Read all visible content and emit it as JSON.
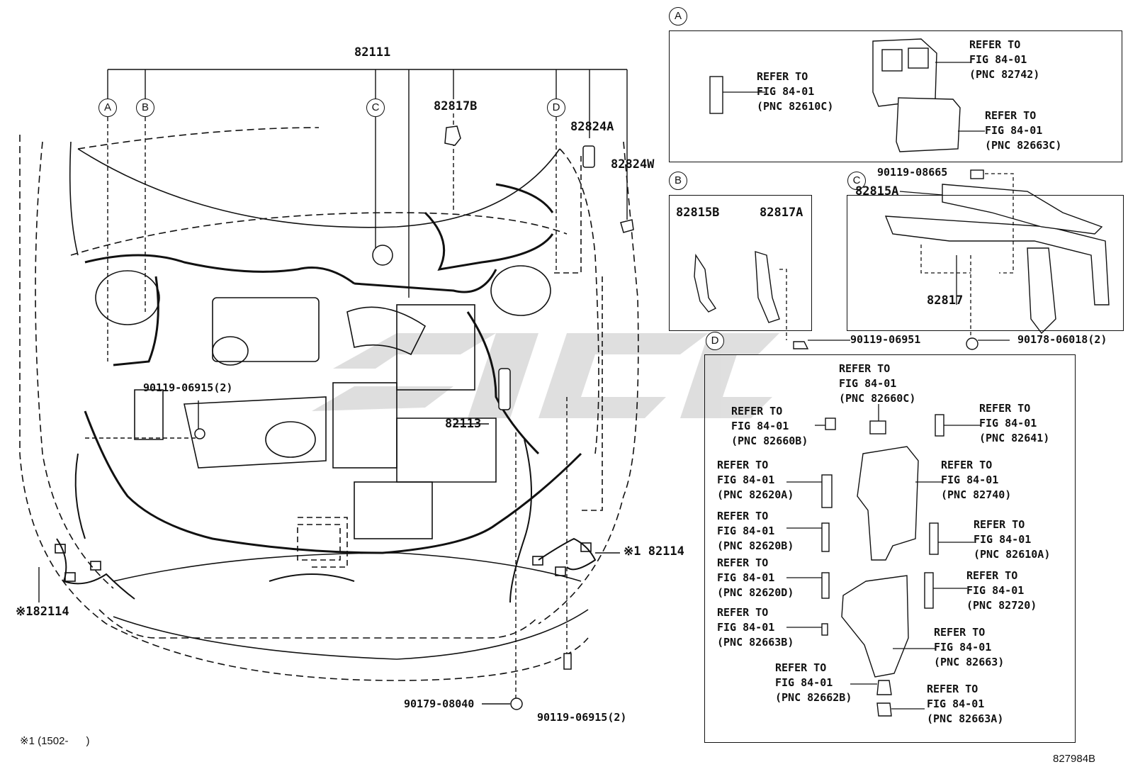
{
  "main_diagram": {
    "pnc_82111": "82111",
    "pnc_82817B": "82817B",
    "pnc_82824A": "82824A",
    "pnc_82824W": "82824W",
    "pnc_82113": "82113",
    "pnc_82114_right": "※1 82114",
    "pnc_82114_left": "※182114",
    "bolt_left": "90119-06915(2)",
    "clip_bottom": "90179-08040",
    "bolt_bottom": "90119-06915(2)",
    "callouts": [
      "A",
      "B",
      "C",
      "D"
    ]
  },
  "detail_A": {
    "letter": "A",
    "refs": [
      {
        "line1": "REFER TO",
        "line2": "FIG 84-01",
        "line3": "(PNC 82610C)"
      },
      {
        "line1": "REFER TO",
        "line2": "FIG 84-01",
        "line3": "(PNC 82742)"
      },
      {
        "line1": "REFER TO",
        "line2": "FIG 84-01",
        "line3": "(PNC 82663C)"
      }
    ]
  },
  "detail_B": {
    "letter": "B",
    "pnc_1": "82815B",
    "pnc_2": "82817A",
    "bolt": "90119-06951"
  },
  "detail_C": {
    "letter": "C",
    "bolt_top": "90119-08665",
    "pnc_82815A": "82815A",
    "pnc_82817": "82817",
    "clip": "90178-06018(2)"
  },
  "detail_D": {
    "letter": "D",
    "refs": [
      {
        "line1": "REFER TO",
        "line2": "FIG 84-01",
        "line3": "(PNC 82660C)"
      },
      {
        "line1": "REFER TO",
        "line2": "FIG 84-01",
        "line3": "(PNC 82660B)"
      },
      {
        "line1": "REFER TO",
        "line2": "FIG 84-01",
        "line3": "(PNC 82641)"
      },
      {
        "line1": "REFER TO",
        "line2": "FIG 84-01",
        "line3": "(PNC 82620A)"
      },
      {
        "line1": "REFER TO",
        "line2": "FIG 84-01",
        "line3": "(PNC 82740)"
      },
      {
        "line1": "REFER TO",
        "line2": "FIG 84-01",
        "line3": "(PNC 82620B)"
      },
      {
        "line1": "REFER TO",
        "line2": "FIG 84-01",
        "line3": "(PNC 82610A)"
      },
      {
        "line1": "REFER TO",
        "line2": "FIG 84-01",
        "line3": "(PNC 82620D)"
      },
      {
        "line1": "REFER TO",
        "line2": "FIG 84-01",
        "line3": "(PNC 82720)"
      },
      {
        "line1": "REFER TO",
        "line2": "FIG 84-01",
        "line3": "(PNC 82663B)"
      },
      {
        "line1": "REFER TO",
        "line2": "FIG 84-01",
        "line3": "(PNC 82663)"
      },
      {
        "line1": "REFER TO",
        "line2": "FIG 84-01",
        "line3": "(PNC 82662B)"
      },
      {
        "line1": "REFER TO",
        "line2": "FIG 84-01",
        "line3": "(PNC 82663A)"
      }
    ]
  },
  "footnote": "※1 (1502-      )",
  "figure_number": "827984B",
  "colors": {
    "ink": "#111111",
    "watermark": "#d0d0d0",
    "paper": "#ffffff"
  }
}
